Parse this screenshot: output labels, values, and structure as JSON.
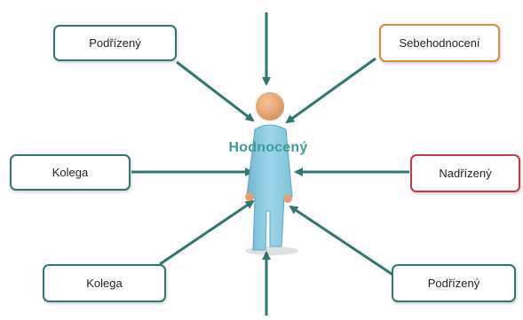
{
  "center": {
    "label": "Hodnocený"
  },
  "boxes": {
    "top_left": "Podřízený",
    "top_right": "Sebehodnocení",
    "middle_left": "Kolega",
    "middle_right": "Nadřízený",
    "bottom_left": "Kolega",
    "bottom_right": "Podřízený"
  },
  "colors": {
    "arrow": "#2f7670",
    "box_border_default": "#2f7670",
    "box_border_self": "#d98a3a",
    "box_border_superior": "#c23a42",
    "center_label": "#3d9c96",
    "figure_body": "#8ecde6",
    "figure_head": "#e2a072"
  }
}
